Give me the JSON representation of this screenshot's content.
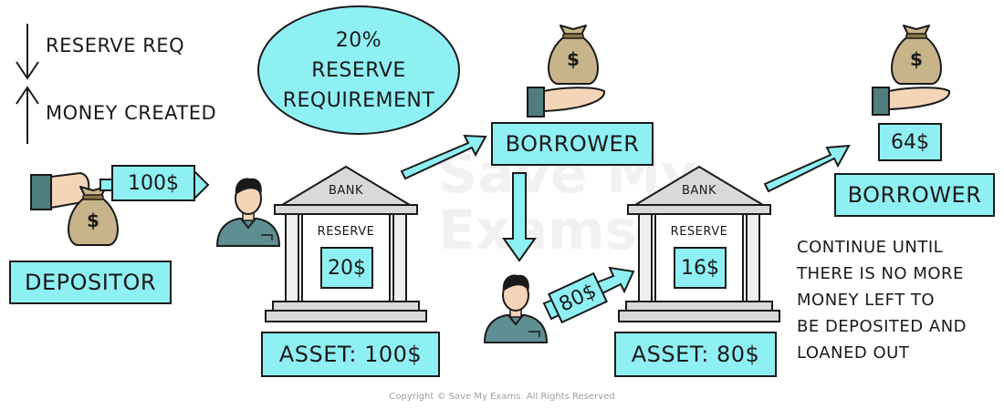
{
  "legend": {
    "reserve_req": "RESERVE REQ",
    "money_created": "MONEY CREATED"
  },
  "reserve_bubble": {
    "line1": "20%",
    "line2": "RESERVE",
    "line3": "REQUIREMENT"
  },
  "depositor": {
    "label": "DEPOSITOR",
    "amount": "100$"
  },
  "bank1": {
    "sign": "BANK",
    "reserve_label": "RESERVE",
    "reserve_amount": "20$",
    "asset": "ASSET: 100$"
  },
  "borrower1": {
    "label": "BORROWER"
  },
  "second_deposit": {
    "amount": "80$"
  },
  "bank2": {
    "sign": "BANK",
    "reserve_label": "RESERVE",
    "reserve_amount": "16$",
    "asset": "ASSET: 80$"
  },
  "borrower2": {
    "amount": "64$",
    "label": "BORROWER"
  },
  "note": {
    "lines": [
      "CONTINUE UNTIL",
      "THERE IS NO MORE",
      "MONEY LEFT TO",
      "BE DEPOSITED AND",
      "LOANED OUT"
    ]
  },
  "dollar_sign": "$",
  "watermark": {
    "line1": "Save My",
    "line2": "Exams"
  },
  "copyright": "Copyright © Save My Exams. All Rights Reserved",
  "colors": {
    "accent": "#8ff0f4",
    "bag": "#c8b48a",
    "hand_sleeve": "#4f7d80",
    "skin": "#f5d5b8",
    "bank": "#d9d9d9",
    "outline": "#1a1a1a"
  },
  "icons": [
    "down-arrow-icon",
    "up-arrow-icon",
    "money-bag-icon",
    "hand-icon",
    "person-icon",
    "bank-icon",
    "flow-arrow-icon"
  ]
}
